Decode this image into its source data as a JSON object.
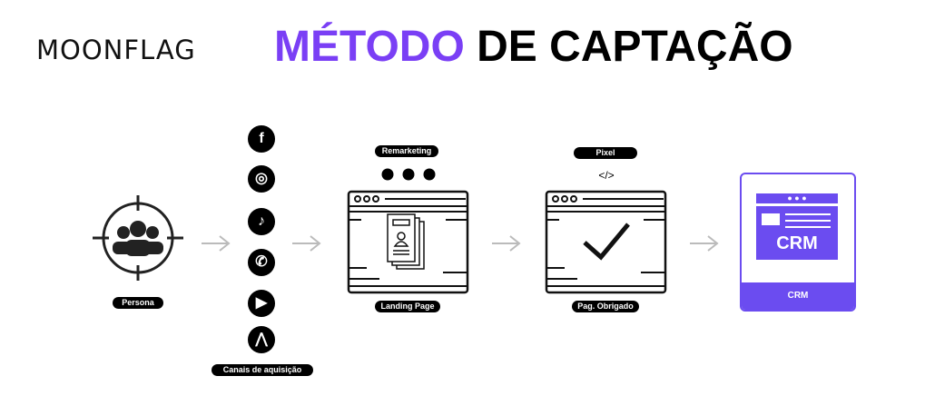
{
  "logo": "MOONFLAG",
  "title": {
    "highlight": "MÉTODO",
    "rest": "DE CAPTAÇÃO"
  },
  "persona": {
    "label": "Persona"
  },
  "channels": {
    "label": "Canais de aquisição",
    "items": [
      {
        "icon": "facebook-icon",
        "glyph": "f"
      },
      {
        "icon": "instagram-icon",
        "glyph": "◎"
      },
      {
        "icon": "tiktok-icon",
        "glyph": "♪"
      },
      {
        "icon": "whatsapp-icon",
        "glyph": "✆"
      },
      {
        "icon": "youtube-icon",
        "glyph": "▶"
      },
      {
        "icon": "ads-icon",
        "glyph": "⋀"
      }
    ]
  },
  "landing": {
    "label": "Landing Page",
    "tag": "Remarketing"
  },
  "thanks": {
    "label": "Pag. Obrigado",
    "tag": "Pixel",
    "code": "</>"
  },
  "crm": {
    "label": "CRM",
    "screen_text": "CRM"
  },
  "colors": {
    "accent": "#7a3ff5",
    "crm": "#6b4cf0"
  }
}
